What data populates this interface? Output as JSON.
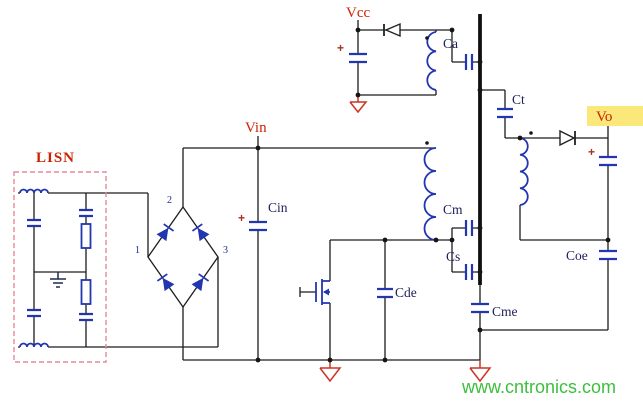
{
  "labels": {
    "lisn": "LISN",
    "vcc": "Vcc",
    "vin": "Vin",
    "vo": "Vo",
    "cin": "Cin",
    "ca": "Ca",
    "ct": "Ct",
    "cm": "Cm",
    "cs": "Cs",
    "cde": "Cde",
    "cme": "Cme",
    "coe": "Coe",
    "plus": "+"
  },
  "bridge_nodes": {
    "n1": "1",
    "n2": "2",
    "n3": "3"
  },
  "watermark": {
    "text": "www.cntronics.com"
  },
  "colors": {
    "component_blue": "#2236b0",
    "label_red": "#cc2200",
    "ground_red": "#cc3322",
    "watermark_green": "#3dbf3d",
    "highlight_yellow": "#fbe87a",
    "lisn_pink": "#e8889a",
    "wire_black": "#1c1c1c"
  }
}
